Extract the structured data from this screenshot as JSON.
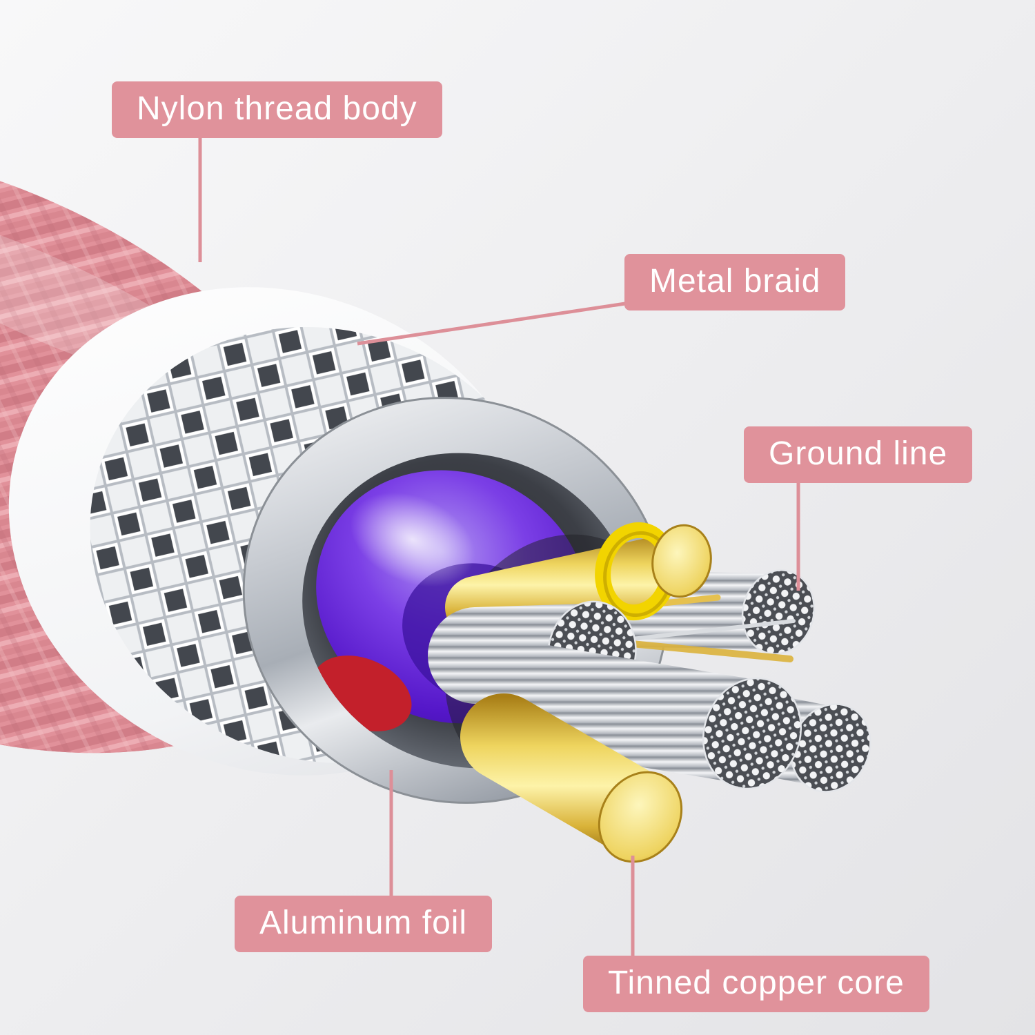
{
  "figure": {
    "type": "annotated-diagram",
    "subject": "Braided USB cable cutaway showing internal construction layers",
    "labels": [
      {
        "id": "nylon-thread-body",
        "text": "Nylon thread body"
      },
      {
        "id": "metal-braid",
        "text": "Metal braid"
      },
      {
        "id": "ground-line",
        "text": "Ground line"
      },
      {
        "id": "aluminum-foil",
        "text": "Aluminum foil"
      },
      {
        "id": "tinned-copper-core",
        "text": "Tinned copper core"
      }
    ],
    "colors": {
      "label_background": "#e0929b",
      "label_text": "#ffffff",
      "leader_line": "#dd8f98",
      "jacket_pink": "#dd8a93",
      "metal_braid_silver": "#eef0f2",
      "aluminum_foil_silver": "#c9ccd2",
      "insulation_purple": "#5517c9",
      "inner_red": "#c3202b",
      "copper_gold": "#eed45e",
      "ground_ring_yellow": "#f2d400",
      "tinned_strand_silver": "#f2f3f5",
      "background": "#ededef"
    }
  }
}
